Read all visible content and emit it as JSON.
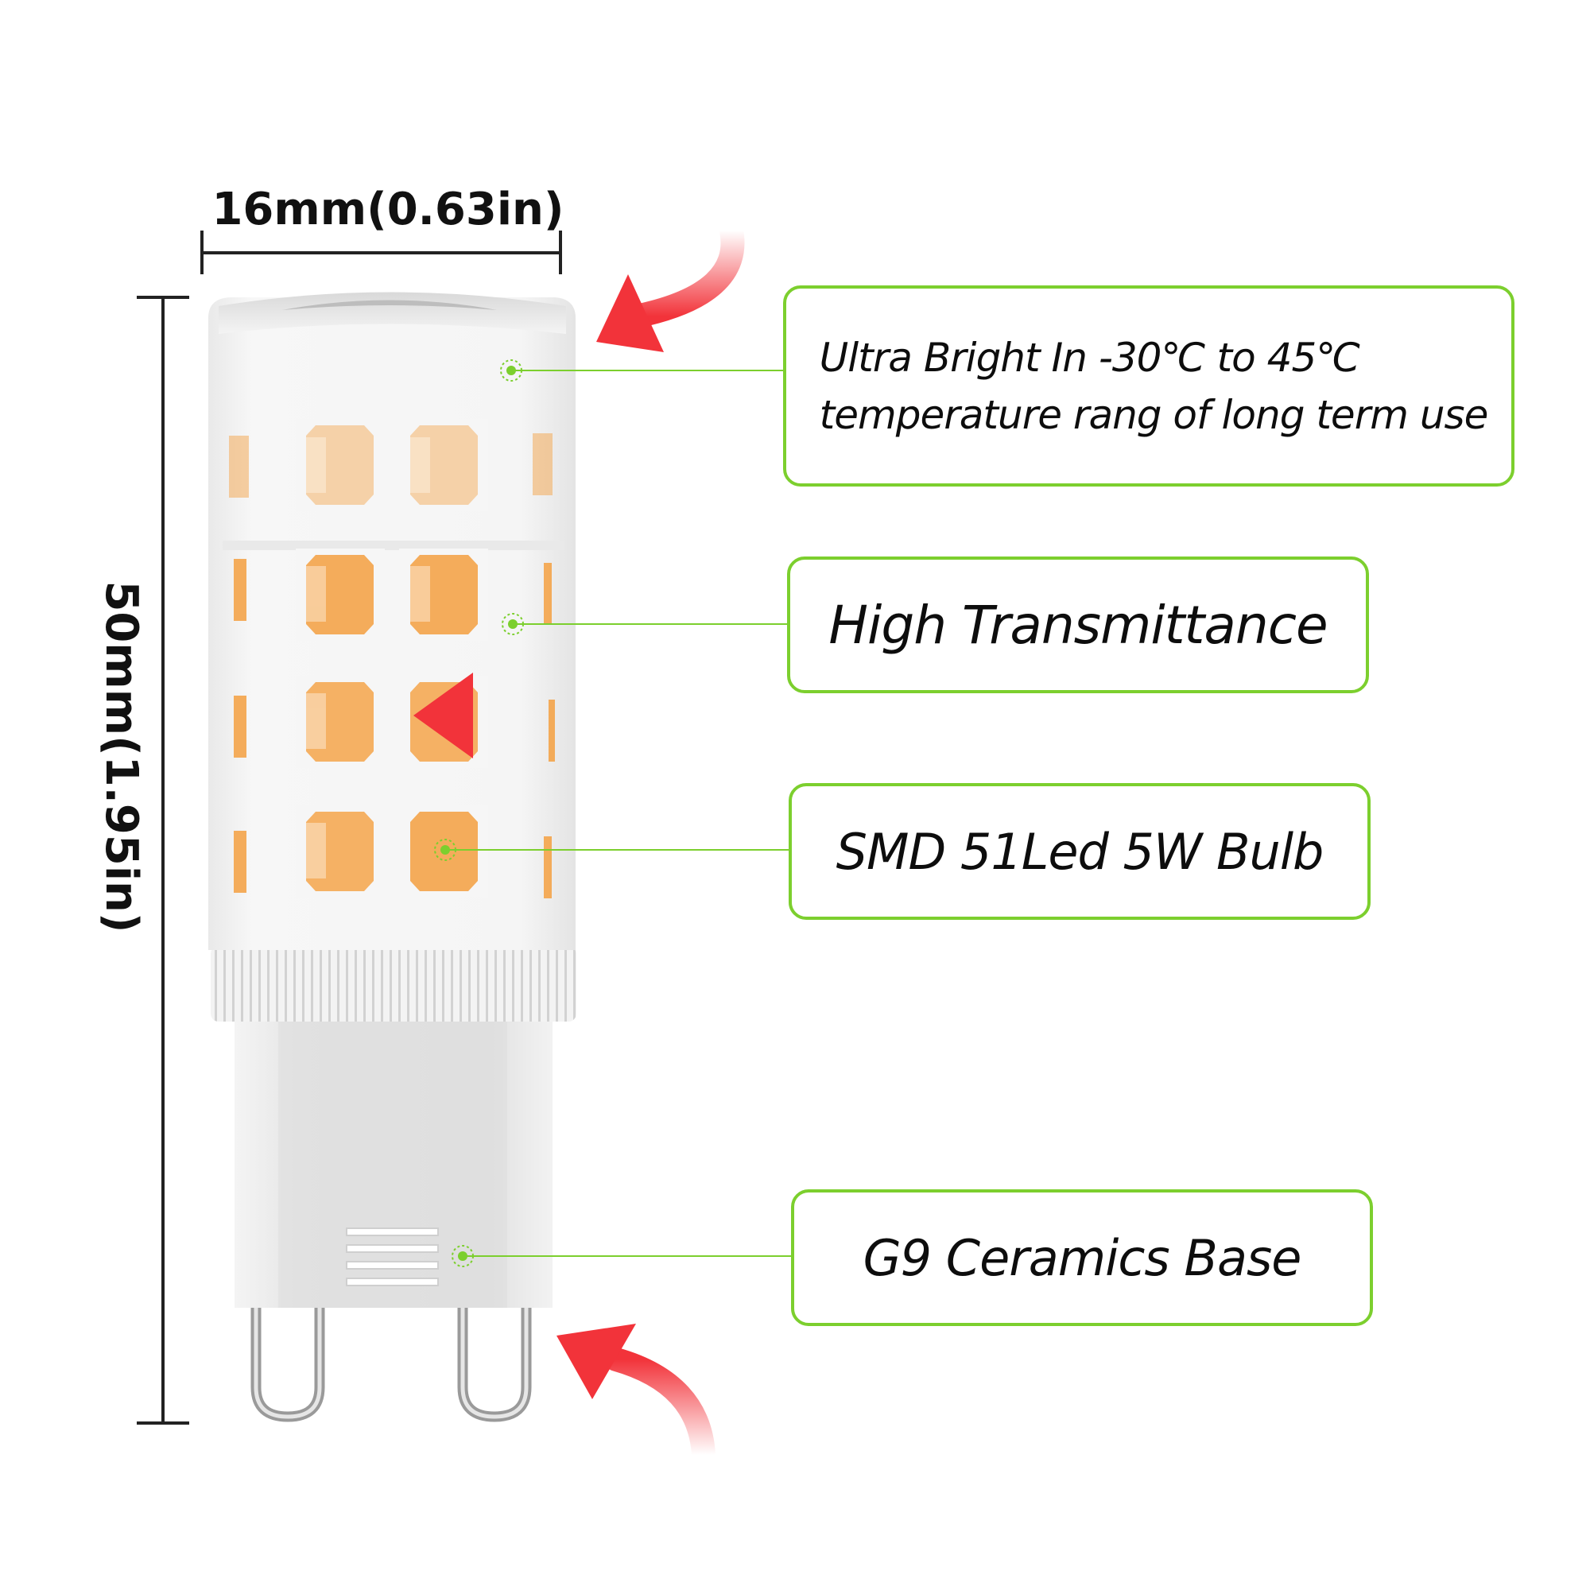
{
  "dimensions": {
    "width_label": "16mm(0.63in)",
    "height_label": "50mm(1.95in)"
  },
  "callouts": [
    {
      "line1": "Ultra Bright In -30℃ to 45℃",
      "line2": "temperature rang of long term use"
    },
    {
      "text": "High Transmittance"
    },
    {
      "text": "SMD 51Led 5W Bulb"
    },
    {
      "text": "G9 Ceramics Base"
    }
  ],
  "colors": {
    "callout_border": "#7ccf2e",
    "leader_line": "#7ccf2e",
    "arrow": "#f2333a",
    "led": "#f4a44a",
    "bulb_body": "#f1f1f1"
  }
}
